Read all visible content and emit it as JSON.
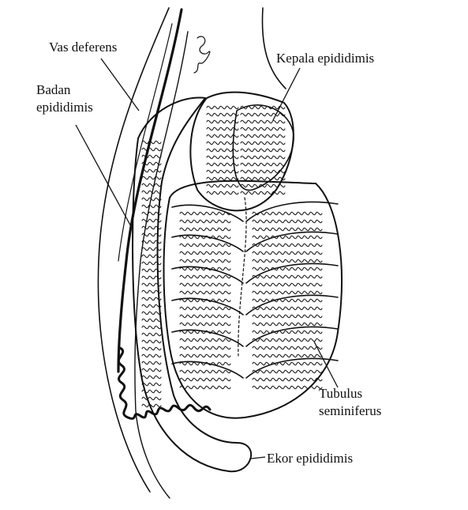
{
  "labels": {
    "vas_deferens": "Vas deferens",
    "body_line1": "Badan",
    "body_line2": "epididimis",
    "head": "Kepala epididimis",
    "tubules_line1": "Tubulus",
    "tubules_line2": "seminiferus",
    "tail": "Ekor epididimis"
  },
  "colors": {
    "ink": "#111111",
    "paper": "#ffffff"
  }
}
